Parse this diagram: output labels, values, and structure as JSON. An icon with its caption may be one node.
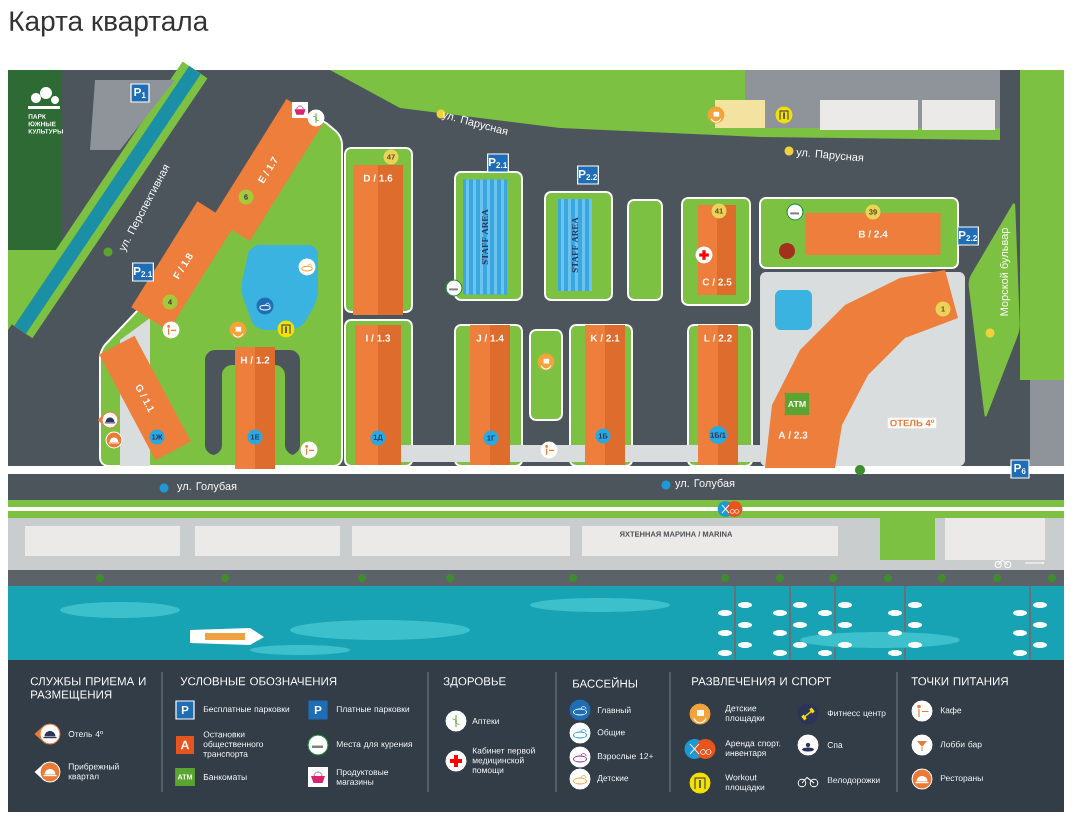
{
  "diagram": {
    "title": "Карта квартала",
    "nodes": [
      {
        "text": [
          "E / 1.7",
          "6"
        ]
      },
      {
        "text": [
          "47",
          "D / 1.6"
        ]
      },
      {
        "text": [
          "STAFF AREA"
        ]
      },
      {
        "text": [
          "STAFF AREA"
        ]
      },
      {
        "text": [
          "41",
          "C / 2.5"
        ]
      },
      {
        "text": [
          "39",
          "B / 2.4"
        ]
      },
      {
        "text": [
          "F / 1.8",
          "4"
        ]
      },
      {
        "text": [
          "A / 2.3",
          "1"
        ],
        "beside": [
          "ОТЕЛЬ 4º"
        ]
      },
      {
        "text": [
          "G / 1.1",
          "1Ж"
        ]
      },
      {
        "text": [
          "H / 1.2",
          "1Е"
        ]
      },
      {
        "text": [
          "I / 1.3",
          "1Д"
        ]
      },
      {
        "text": [
          "J / 1.4",
          "1Г"
        ]
      },
      {
        "text": [
          "K / 2.1",
          "1Б"
        ]
      },
      {
        "text": [
          "L / 2.2",
          "1Б/1"
        ]
      }
    ],
    "labels": [
      "ПАРК ЮЖНЫЕ КУЛЬТУРЫ",
      "P$_{1}$",
      "ул. Парусная",
      "P$_{2.1}$",
      "P$_{2.2}$",
      "ул. Парусная",
      "ул. Перспективная",
      "P$_{2.1}$",
      "P$_{2.2}$",
      "Морской бульвар",
      "ATM",
      "P$_{6}$",
      "ул. Голубая",
      "ул. Голубая",
      "ЯХТЕННАЯ МАРИНА / MARINA",
      "СЛУЖБЫ ПРИЕМА И РАЗМЕЩЕНИЯ",
      "УСЛОВНЫЕ ОБОЗНАЧЕНИЯ",
      "ЗДОРОВЬЕ",
      "БАССЕЙНЫ",
      "РАЗВЛЕЧЕНИЯ И СПОРТ",
      "ТОЧКИ ПИТАНИЯ",
      "P",
      "A",
      "ATM",
      "P"
    ],
    "legend": [
      {
        "text": "Отель 4º"
      },
      {
        "text": "Прибрежный квартал"
      },
      {
        "text": "Бесплатные парковки"
      },
      {
        "text": "Остановки общественного транспорта"
      },
      {
        "text": "Банкоматы"
      },
      {
        "text": "Платные парковки"
      },
      {
        "text": "Места для курения"
      },
      {
        "text": "Продуктовые магазины"
      },
      {
        "text": "Аптеки"
      },
      {
        "text": "Кабинет первой медицинской помощи"
      },
      {
        "text": "Главный"
      },
      {
        "text": "Общие"
      },
      {
        "text": "Взрослые 12+"
      },
      {
        "text": "Детские"
      },
      {
        "text": "Детские площадки"
      },
      {
        "text": "Аренда спорт. инвентаря"
      },
      {
        "text": "Workout площадки"
      },
      {
        "text": "Фитнесс центр"
      },
      {
        "text": "Спа"
      },
      {
        "text": "Велодорожки"
      },
      {
        "text": "Кафе"
      },
      {
        "text": "Лобби бар"
      },
      {
        "text": "Рестораны"
      }
    ]
  }
}
